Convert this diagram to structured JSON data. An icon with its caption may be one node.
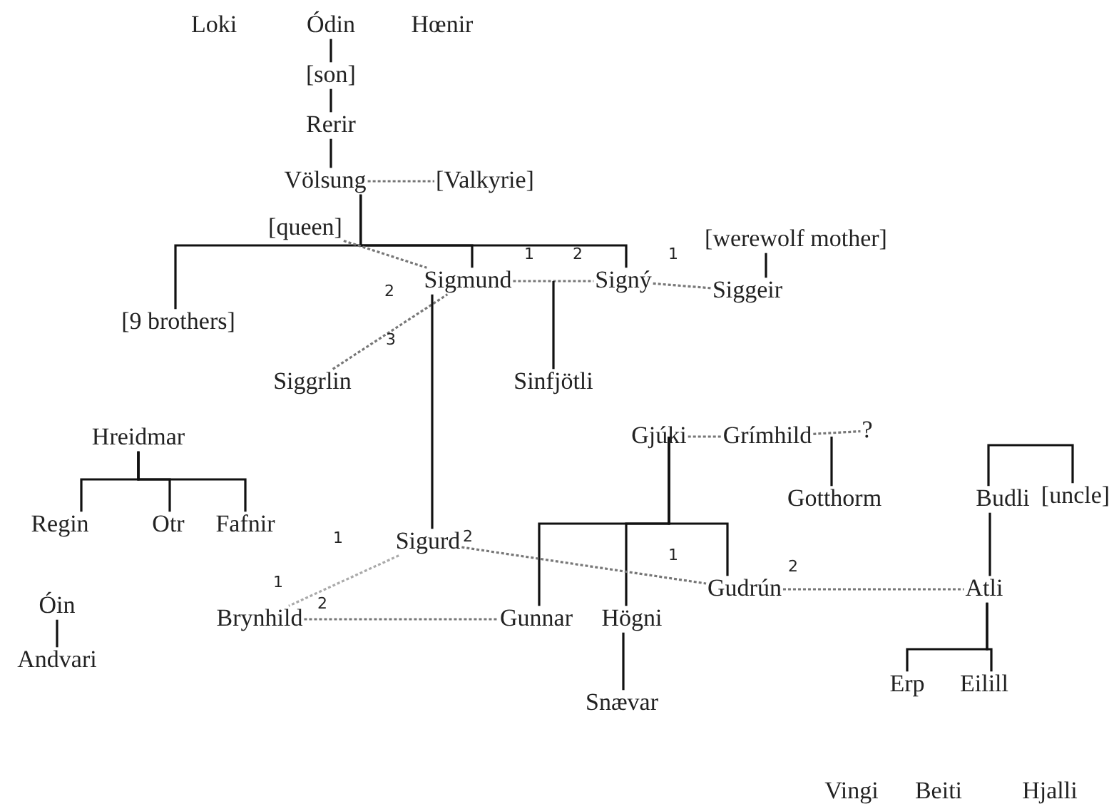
{
  "diagram": {
    "nodes": [
      {
        "text": [
          "Loki"
        ]
      },
      {
        "text": [
          "Ódin"
        ]
      },
      {
        "text": [
          "Hœnir"
        ]
      },
      {
        "text": [
          "[son]"
        ]
      },
      {
        "text": [
          "Rerir"
        ]
      },
      {
        "text": [
          "Völsung"
        ]
      },
      {
        "text": [
          "[Valkyrie]"
        ]
      },
      {
        "text": [
          "[queen]"
        ]
      },
      {
        "text": [
          "[9 brothers]"
        ]
      },
      {
        "text": [
          "Sigmund"
        ]
      },
      {
        "text": [
          "Signý"
        ]
      },
      {
        "text": [
          "[werewolf mother]"
        ]
      },
      {
        "text": [
          "Siggeir"
        ]
      },
      {
        "text": [
          "Siggrlin"
        ]
      },
      {
        "text": [
          "Sinfjötli"
        ]
      },
      {
        "text": [
          "Hreidmar"
        ]
      },
      {
        "text": [
          "Regin"
        ]
      },
      {
        "text": [
          "Otr"
        ]
      },
      {
        "text": [
          "Fafnir"
        ]
      },
      {
        "text": [
          "Gjúki"
        ]
      },
      {
        "text": [
          "Grímhild"
        ]
      },
      {
        "text": [
          "?"
        ]
      },
      {
        "text": [
          "Gotthorm"
        ]
      },
      {
        "text": [
          "Budli"
        ]
      },
      {
        "text": [
          "[uncle]"
        ]
      },
      {
        "text": [
          "Sigurd"
        ]
      },
      {
        "text": [
          "Gudrún"
        ]
      },
      {
        "text": [
          "Atli"
        ]
      },
      {
        "text": [
          "Óin"
        ]
      },
      {
        "text": [
          "Brynhild"
        ]
      },
      {
        "text": [
          "Gunnar"
        ]
      },
      {
        "text": [
          "Högni"
        ]
      },
      {
        "text": [
          "Andvari"
        ]
      },
      {
        "text": [
          "Snævar"
        ]
      },
      {
        "text": [
          "Erp"
        ]
      },
      {
        "text": [
          "Eilill"
        ]
      },
      {
        "text": [
          "Vingi"
        ]
      },
      {
        "text": [
          "Beiti"
        ]
      },
      {
        "text": [
          "Hjalli"
        ]
      }
    ],
    "edges": [
      {
        "from": 1,
        "to": 3,
        "arrow": "none"
      },
      {
        "from": 3,
        "to": 4,
        "arrow": "none"
      },
      {
        "from": 4,
        "to": 5,
        "arrow": "none"
      },
      {
        "from": 5,
        "to": 6,
        "arrow": "none",
        "style": "dashed",
        "color": "#777777"
      },
      {
        "from": 5,
        "to": 8,
        "arrow": "none"
      },
      {
        "from": 5,
        "to": 9,
        "arrow": "none"
      },
      {
        "from": 5,
        "to": 10,
        "arrow": "none"
      },
      {
        "from": 7,
        "to": 9,
        "arrow": "none",
        "style": "dashed",
        "color": "#777777"
      },
      {
        "from": 13,
        "to": 9,
        "arrow": "none",
        "style": "dashed",
        "color": "#777777"
      },
      {
        "from": 9,
        "to": 10,
        "arrow": "none",
        "style": "dashed",
        "color": "#777777"
      },
      {
        "from": 9,
        "to": 14,
        "arrow": "none"
      },
      {
        "from": 10,
        "to": 12,
        "arrow": "none",
        "style": "dashed",
        "color": "#777777"
      },
      {
        "from": 11,
        "to": 12,
        "arrow": "none"
      },
      {
        "from": 9,
        "to": 25,
        "arrow": "none"
      },
      {
        "from": 15,
        "to": 16,
        "arrow": "none"
      },
      {
        "from": 15,
        "to": 17,
        "arrow": "none"
      },
      {
        "from": 15,
        "to": 18,
        "arrow": "none"
      },
      {
        "from": 28,
        "to": 32,
        "arrow": "none"
      },
      {
        "from": 19,
        "to": 20,
        "arrow": "none",
        "style": "dashed",
        "color": "#777777"
      },
      {
        "from": 19,
        "to": 30,
        "arrow": "none"
      },
      {
        "from": 19,
        "to": 31,
        "arrow": "none"
      },
      {
        "from": 19,
        "to": 26,
        "arrow": "none"
      },
      {
        "from": 20,
        "to": 21,
        "arrow": "none",
        "style": "dashed",
        "color": "#777777"
      },
      {
        "from": 20,
        "to": 22,
        "arrow": "none"
      },
      {
        "from": 23,
        "to": 24,
        "arrow": "none"
      },
      {
        "from": 23,
        "to": 27,
        "arrow": "none"
      },
      {
        "from": 27,
        "to": 34,
        "arrow": "none"
      },
      {
        "from": 27,
        "to": 35,
        "arrow": "none"
      },
      {
        "from": 25,
        "to": 29,
        "arrow": "none",
        "style": "dashed",
        "color": "#aaaaaa"
      },
      {
        "from": 25,
        "to": 26,
        "arrow": "none",
        "style": "dashed",
        "color": "#777777"
      },
      {
        "from": 29,
        "to": 30,
        "arrow": "none",
        "style": "dashed",
        "color": "#777777"
      },
      {
        "from": 26,
        "to": 27,
        "arrow": "none",
        "style": "dashed",
        "color": "#777777"
      },
      {
        "from": 31,
        "to": 33,
        "arrow": "none"
      }
    ],
    "labels": [
      "1",
      "2",
      "1",
      "2",
      "3",
      "1",
      "2",
      "1",
      "2",
      "1",
      "2"
    ]
  }
}
